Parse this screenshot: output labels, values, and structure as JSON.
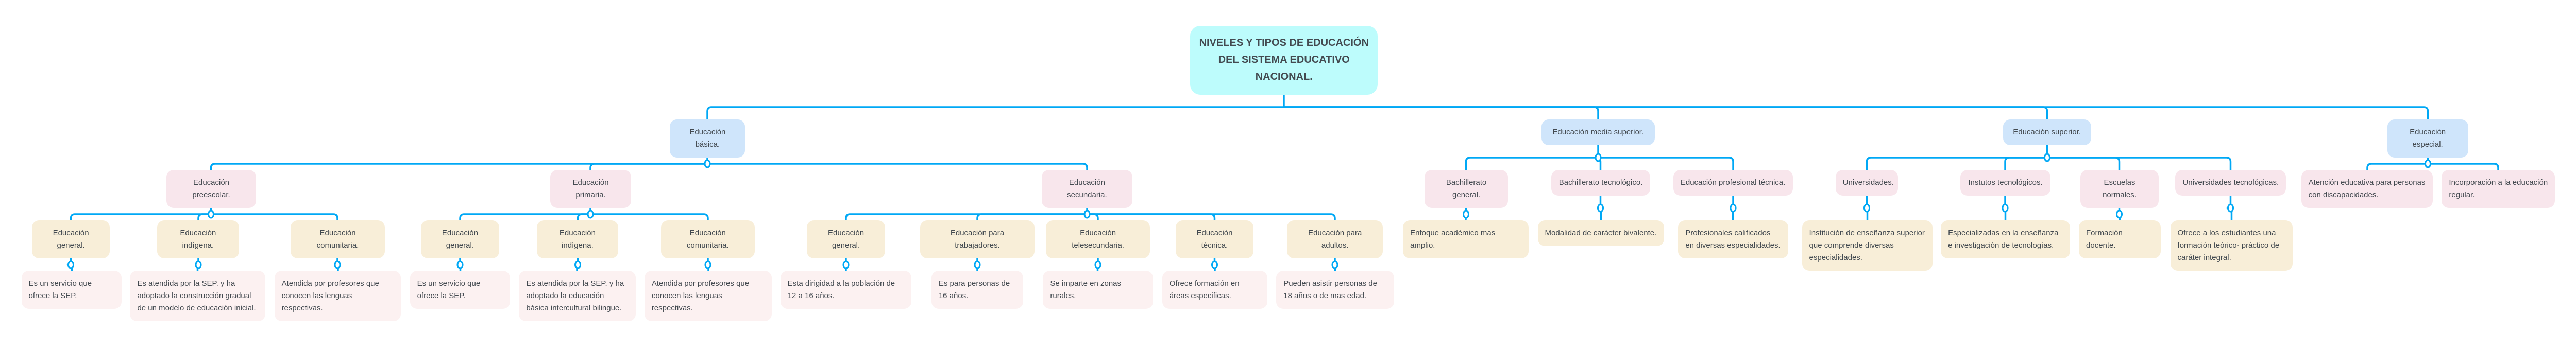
{
  "title": "NIVELES Y TIPOS DE EDUCACIÓN DEL SISTEMA EDUCATIVO NACIONAL.",
  "colors": {
    "connector": "#00a8f5",
    "title_bg": "#bdfcfc",
    "level1_bg": "#cfe5fb",
    "pink_bg": "#f8e6ec",
    "cream_bg": "#f8eed8",
    "desc_bg": "#fcf1f1",
    "text": "#434a50"
  },
  "basica": {
    "label": "Educación básica.",
    "preescolar": {
      "label": "Educación preescolar.",
      "items": [
        {
          "label": "Educación general.",
          "desc": "Es un servicio que ofrece la SEP."
        },
        {
          "label": "Educación indígena.",
          "desc": "Es atendida por la SEP. y ha adoptado la construcción  gradual de un modelo de educación inicial."
        },
        {
          "label": "Educación comunitaria.",
          "desc": "Atendida por profesores que conocen las lenguas respectivas."
        }
      ]
    },
    "primaria": {
      "label": "Educación primaria.",
      "items": [
        {
          "label": "Educación general.",
          "desc": "Es un servicio que ofrece la SEP."
        },
        {
          "label": "Educación indígena.",
          "desc": "Es atendida por la SEP. y ha adoptado la educación básica intercultural bilingue."
        },
        {
          "label": "Educación comunitaria.",
          "desc": "Atendida por profesores que conocen las lenguas respectivas."
        }
      ]
    },
    "secundaria": {
      "label": "Educación secundaria.",
      "items": [
        {
          "label": "Educación general.",
          "desc": "Esta dirigidad a la población de 12 a 16 años."
        },
        {
          "label": "Educación para trabajadores.",
          "desc": "Es para personas de 16 años."
        },
        {
          "label": "Educación telesecundaria.",
          "desc": "Se imparte en zonas rurales."
        },
        {
          "label": "Educación técnica.",
          "desc": "Ofrece formación en áreas especificas."
        },
        {
          "label": "Educación para adultos.",
          "desc": "Pueden asistir  personas de 18 años o de mas edad."
        }
      ]
    }
  },
  "media_superior": {
    "label": "Educación media superior.",
    "items": [
      {
        "label": "Bachillerato general.",
        "desc": "Enfoque académico mas amplio."
      },
      {
        "label": "Bachillerato tecnológico.",
        "desc": "Modalidad de carácter bivalente."
      },
      {
        "label": "Educación profesional técnica.",
        "desc": "Profesionales calificados en diversas especialidades."
      }
    ]
  },
  "superior": {
    "label": "Educación superior.",
    "items": [
      {
        "label": "Universidades.",
        "desc": "Institución de enseñanza superior que comprende diversas especialidades."
      },
      {
        "label": "Instutos tecnológicos.",
        "desc": "Especializadas  en la enseñanza e investigación  de tecnologías."
      },
      {
        "label": "Escuelas normales.",
        "desc": "Formación docente."
      },
      {
        "label": "Universidades tecnológicas.",
        "desc": "Ofrece a los estudiantes una formación  teórico- práctico de caráter integral."
      }
    ]
  },
  "especial": {
    "label": "Educación especial.",
    "items": [
      {
        "label": "Atención educativa para personas con discapacidades."
      },
      {
        "label": "Incorporación a la educación regular."
      }
    ]
  }
}
